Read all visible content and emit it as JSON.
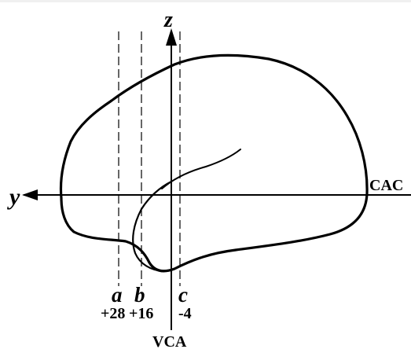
{
  "diagram": {
    "axes": {
      "z_label": "z",
      "y_label": "y"
    },
    "line_labels": {
      "CAC": "CAC",
      "VCA": "VCA"
    },
    "planes": [
      {
        "letter": "a",
        "value": "+28"
      },
      {
        "letter": "b",
        "value": "+16"
      },
      {
        "letter": "c",
        "value": "-4"
      }
    ],
    "colors": {
      "ink": "#000000",
      "background": "#ffffff"
    }
  }
}
